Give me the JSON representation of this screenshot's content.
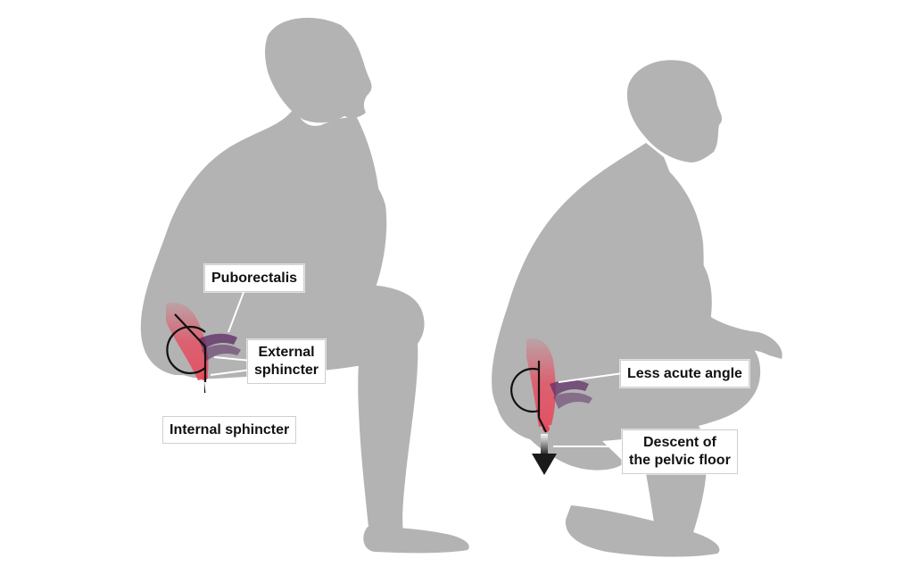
{
  "colors": {
    "silhouette": "#b3b3b3",
    "muscle_red": "#e8475b",
    "muscle_purple": "#5a2a63",
    "outline": "#111111",
    "leader": "#ffffff"
  },
  "left_figure": {
    "labels": {
      "puborectalis": "Puborectalis",
      "external_sphincter": [
        "External",
        "sphincter"
      ],
      "internal_sphincter": "Internal sphincter"
    }
  },
  "right_figure": {
    "labels": {
      "less_acute_angle": "Less acute angle",
      "descent": [
        "Descent of",
        "the pelvic floor"
      ]
    }
  }
}
